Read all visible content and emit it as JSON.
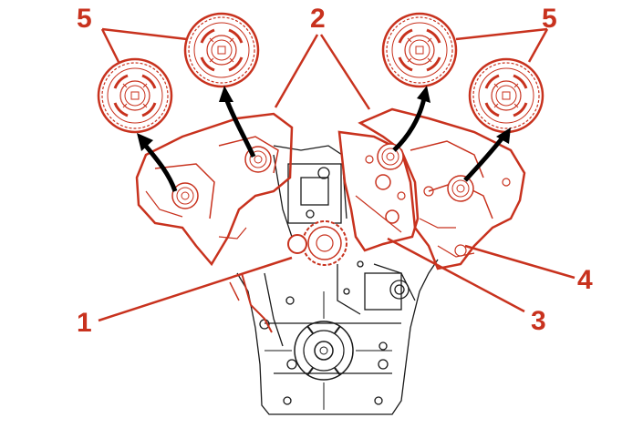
{
  "colors": {
    "accent": "#c8321e",
    "ink": "#1a1a1a",
    "arrow": "#000000"
  },
  "callouts": {
    "c1": "1",
    "c2": "2",
    "c3": "3",
    "c4": "4",
    "c5_left": "5",
    "c5_right": "5"
  }
}
